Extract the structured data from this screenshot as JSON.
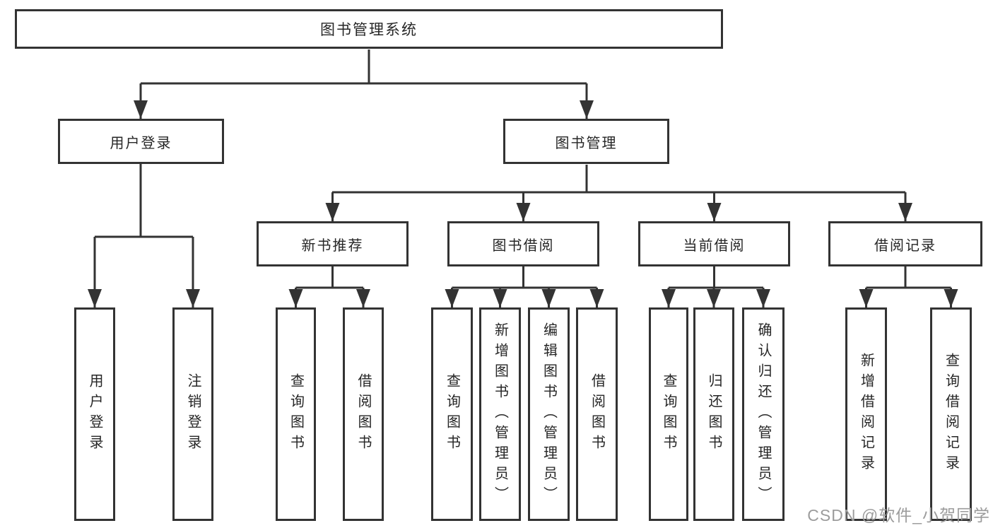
{
  "tree": {
    "root": {
      "label": "图书管理系统"
    },
    "branches": {
      "user_login": {
        "label": "用户登录",
        "children": {
          "login": {
            "label": "用户登录"
          },
          "logout": {
            "label": "注销登录"
          }
        }
      },
      "book_management": {
        "label": "图书管理",
        "sections": {
          "new_book": {
            "label": "新书推荐",
            "children": {
              "query": {
                "label": "查询图书"
              },
              "borrow": {
                "label": "借阅图书"
              }
            }
          },
          "borrowing": {
            "label": "图书借阅",
            "children": {
              "query": {
                "label": "查询图书"
              },
              "add": {
                "label": "新增图书（管理员）"
              },
              "edit": {
                "label": "编辑图书（管理员）"
              },
              "borrow": {
                "label": "借阅图书"
              }
            }
          },
          "current": {
            "label": "当前借阅",
            "children": {
              "query": {
                "label": "查询图书"
              },
              "return": {
                "label": "归还图书"
              },
              "confirm": {
                "label": "确认归还（管理员）"
              }
            }
          },
          "records": {
            "label": "借阅记录",
            "children": {
              "add": {
                "label": "新增借阅记录"
              },
              "query": {
                "label": "查询借阅记录"
              }
            }
          }
        }
      }
    }
  },
  "watermark": {
    "text": "CSDN @软件_小贺同学"
  },
  "colors": {
    "line": "#333333",
    "box_border": "#333333",
    "text": "#262626",
    "watermark": "#9c9c9c",
    "background": "#ffffff"
  }
}
